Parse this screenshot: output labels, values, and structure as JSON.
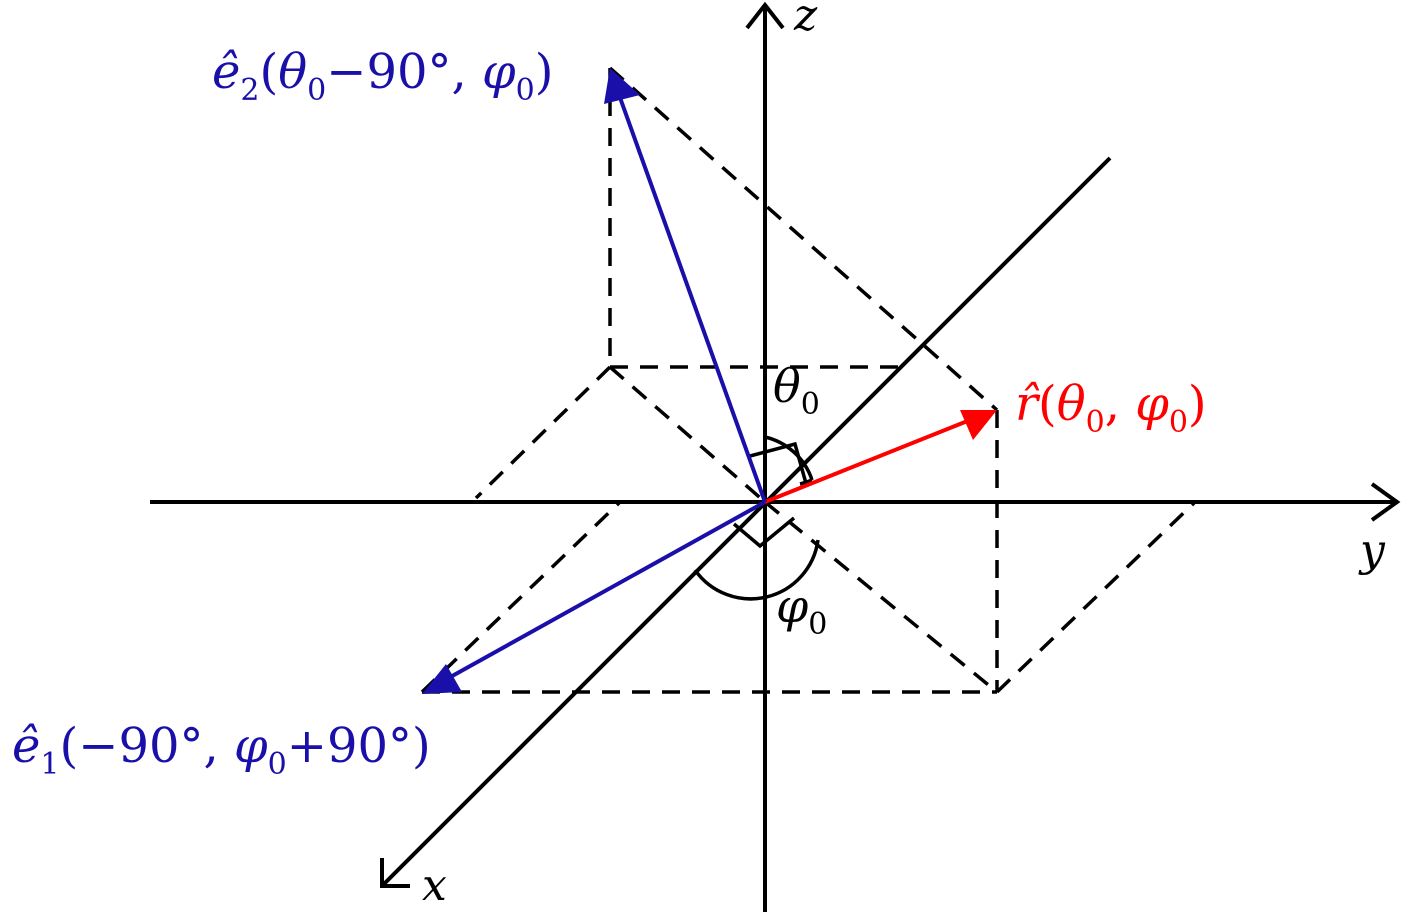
{
  "colors": {
    "axis": "#000000",
    "r_vector": "#ff0000",
    "e_vectors": "#1a0fa8"
  },
  "axes": {
    "x": {
      "name": "x"
    },
    "y": {
      "name": "y"
    },
    "z": {
      "name": "z"
    }
  },
  "angles": {
    "theta": {
      "symbol": "θ",
      "sub": "0"
    },
    "phi": {
      "symbol": "φ",
      "sub": "0"
    }
  },
  "vectors": {
    "r": {
      "hat": "r̂",
      "args": [
        {
          "t": "(",
          "i": false
        },
        {
          "t": "θ",
          "i": true
        },
        {
          "t": "0",
          "sub": true
        },
        {
          "t": ",  ",
          "i": false
        },
        {
          "t": "φ",
          "i": true
        },
        {
          "t": "0",
          "sub": true
        },
        {
          "t": ")",
          "i": false
        }
      ]
    },
    "e1": {
      "base": "ê",
      "sub": "1",
      "args": [
        {
          "t": "(−90°,  ",
          "i": false
        },
        {
          "t": "φ",
          "i": true
        },
        {
          "t": "0",
          "sub": true
        },
        {
          "t": "+90°)",
          "i": false
        }
      ]
    },
    "e2": {
      "base": "ê",
      "sub": "2",
      "args": [
        {
          "t": "(",
          "i": false
        },
        {
          "t": "θ",
          "i": true
        },
        {
          "t": "0",
          "sub": true
        },
        {
          "t": "−90°,  ",
          "i": false
        },
        {
          "t": "φ",
          "i": true
        },
        {
          "t": "0",
          "sub": true
        },
        {
          "t": ")",
          "i": false
        }
      ]
    }
  }
}
